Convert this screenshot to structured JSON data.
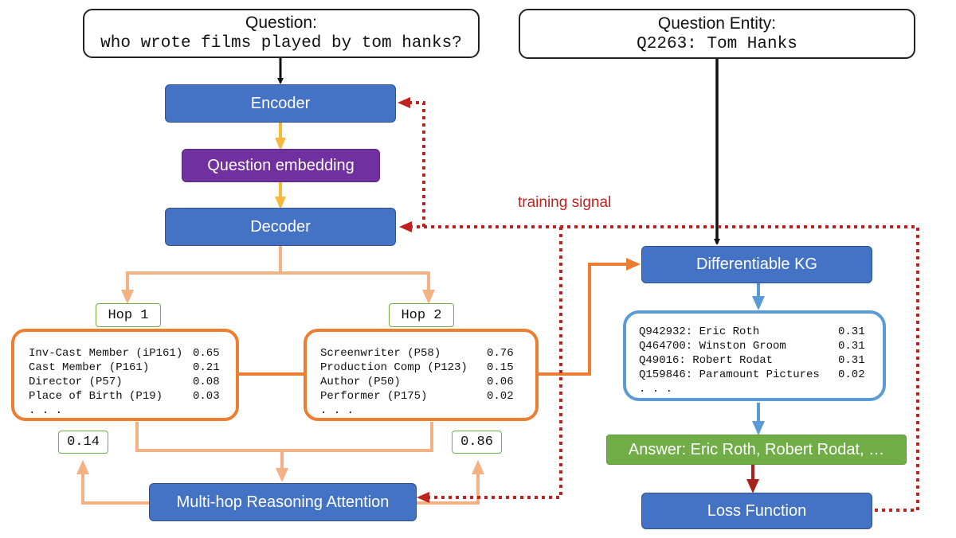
{
  "question_box": {
    "title": "Question:",
    "text": "who wrote films played by tom hanks?"
  },
  "entity_box": {
    "title": "Question Entity:",
    "text": "Q2263: Tom Hanks"
  },
  "nodes": {
    "encoder": "Encoder",
    "question_embedding": "Question embedding",
    "decoder": "Decoder",
    "differentiable_kg": "Differentiable KG",
    "answer": "Answer: Eric Roth,  Robert Rodat, …",
    "loss": "Loss Function",
    "attention": "Multi-hop Reasoning Attention"
  },
  "training_signal": "training signal",
  "hop1": {
    "label": "Hop 1",
    "weight": "0.14",
    "rows": [
      {
        "name": "Inv-Cast Member (iP161)",
        "score": "0.65"
      },
      {
        "name": "Cast Member (P161)",
        "score": "0.21"
      },
      {
        "name": "Director (P57)",
        "score": "0.08"
      },
      {
        "name": "Place of Birth (P19)",
        "score": "0.03"
      },
      {
        "name": ". . .",
        "score": ""
      }
    ]
  },
  "hop2": {
    "label": "Hop 2",
    "weight": "0.86",
    "rows": [
      {
        "name": "Screenwriter (P58)",
        "score": "0.76"
      },
      {
        "name": "Production Comp (P123)",
        "score": "0.15"
      },
      {
        "name": "Author (P50)",
        "score": "0.06"
      },
      {
        "name": "Performer (P175)",
        "score": "0.02"
      },
      {
        "name": ". . .",
        "score": ""
      }
    ]
  },
  "entities": {
    "rows": [
      {
        "name": "Q942932: Eric Roth",
        "score": "0.31"
      },
      {
        "name": "Q464700: Winston Groom",
        "score": "0.31"
      },
      {
        "name": "Q49016: Robert Rodat",
        "score": "0.31"
      },
      {
        "name": "Q159846: Paramount Pictures",
        "score": "0.02"
      },
      {
        "name": ". . .",
        "score": ""
      }
    ]
  },
  "colors": {
    "encoder_blue": "#4472c4",
    "embedding_purple": "#7030a0",
    "answer_green": "#70ad47",
    "hop_orange": "#ed7d31",
    "light_orange": "#f4b183",
    "entity_blue": "#5b9bd5",
    "training_red": "#c0221f",
    "yellow_arrow": "#f6b93b"
  }
}
